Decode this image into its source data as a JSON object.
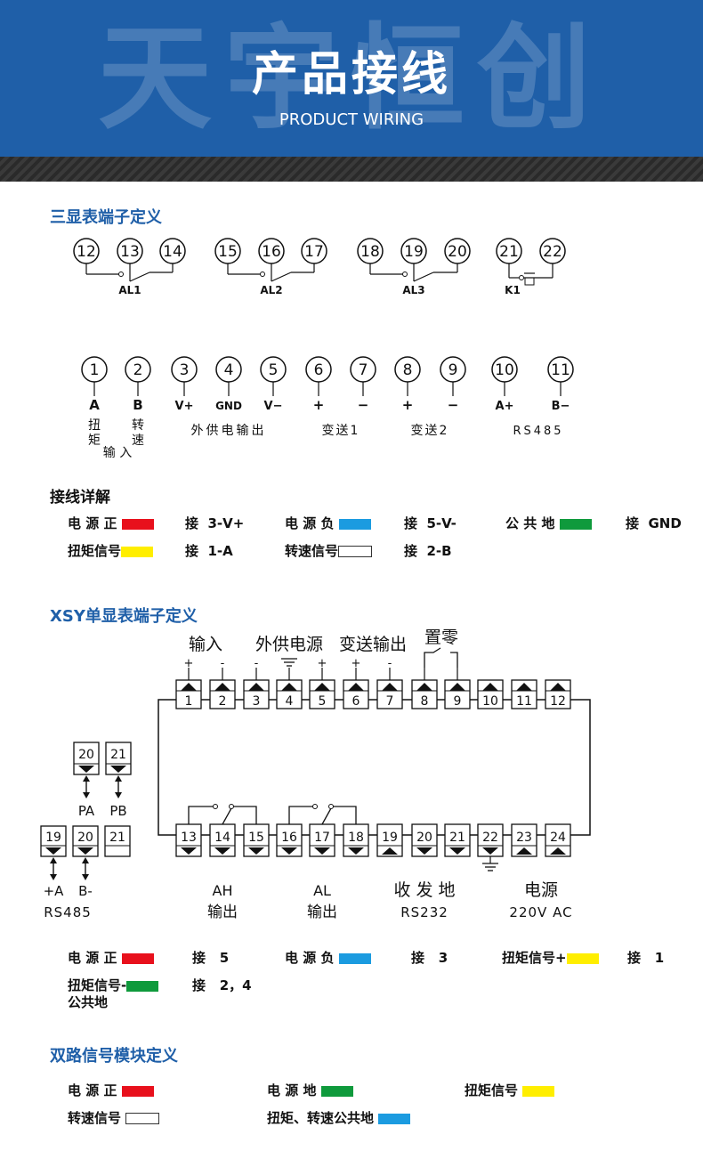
{
  "banner": {
    "bg_text": "天宇恒创",
    "title": "产品接线",
    "subtitle": "PRODUCT WIRING"
  },
  "section1": {
    "title": "三显表端子定义",
    "relays": [
      {
        "terms": [
          "12",
          "13",
          "14"
        ],
        "label": "AL1"
      },
      {
        "terms": [
          "15",
          "16",
          "17"
        ],
        "label": "AL2"
      },
      {
        "terms": [
          "18",
          "19",
          "20"
        ],
        "label": "AL3"
      },
      {
        "terms": [
          "21",
          "22"
        ],
        "label": "K1"
      }
    ],
    "terminals": [
      {
        "num": "1",
        "sig": "A"
      },
      {
        "num": "2",
        "sig": "B"
      },
      {
        "num": "3",
        "sig": "V+"
      },
      {
        "num": "4",
        "sig": "GND"
      },
      {
        "num": "5",
        "sig": "V−"
      },
      {
        "num": "6",
        "sig": "+"
      },
      {
        "num": "7",
        "sig": "−"
      },
      {
        "num": "8",
        "sig": "+"
      },
      {
        "num": "9",
        "sig": "−"
      },
      {
        "num": "10",
        "sig": "A+"
      },
      {
        "num": "11",
        "sig": "B−"
      }
    ],
    "groups": {
      "torque": "扭\n矩",
      "speed": "转\n速",
      "input": "输 入",
      "ext_power": "外供电输出",
      "trans1": "变送1",
      "trans2": "变送2",
      "rs485": "RS485"
    }
  },
  "wiring": {
    "title": "接线详解",
    "rows": [
      {
        "label": "电 源 正",
        "color": "#e8101c",
        "action": "接",
        "target": "3-V+"
      },
      {
        "label": "电 源 负",
        "color": "#1b9be0",
        "action": "接",
        "target": "5-V-"
      },
      {
        "label": "公 共 地",
        "color": "#0f9a3c",
        "action": "接",
        "target": "GND"
      },
      {
        "label": "扭矩信号",
        "color": "#ffee00",
        "action": "接",
        "target": "1-A"
      },
      {
        "label": "转速信号",
        "color": "#ffffff",
        "action": "接",
        "target": "2-B"
      }
    ]
  },
  "section2": {
    "title": "XSY单显表端子定义",
    "top_groups": {
      "input": "输入",
      "ext_power": "外供电源",
      "trans": "变送输出",
      "zero": "置零"
    },
    "top_signs": [
      "+",
      "-",
      "-",
      "+",
      "+",
      "-"
    ],
    "top_terms": [
      "1",
      "2",
      "3",
      "4",
      "5",
      "6",
      "7",
      "8",
      "9",
      "10",
      "11",
      "12"
    ],
    "bottom_terms": [
      "13",
      "14",
      "15",
      "16",
      "17",
      "18",
      "19",
      "20",
      "21",
      "22",
      "23",
      "24"
    ],
    "pa_terms": [
      "20",
      "21"
    ],
    "pa_labels": [
      "PA",
      "PB"
    ],
    "rs485_terms": [
      "19",
      "20",
      "21"
    ],
    "rs485_labels": [
      "+A",
      "B-"
    ],
    "rs485_name": "RS485",
    "bottom_labels": {
      "ah": "AH",
      "ah_out": "输出",
      "al": "AL",
      "al_out": "输出",
      "rsd": "收 发 地",
      "rs232": "RS232",
      "power": "电源",
      "ac": "220V AC"
    }
  },
  "wiring2": {
    "rows": [
      {
        "label": "电 源 正",
        "color": "#e8101c",
        "action": "接",
        "target": "5"
      },
      {
        "label": "电 源 负",
        "color": "#1b9be0",
        "action": "接",
        "target": "3"
      },
      {
        "label": "扭矩信号+",
        "color": "#ffee00",
        "action": "接",
        "target": "1"
      },
      {
        "label": "扭矩信号-",
        "label2": "公共地",
        "color": "#0f9a3c",
        "action": "接",
        "target": "2，4"
      }
    ]
  },
  "section3": {
    "title": "双路信号模块定义",
    "items": [
      {
        "label": "电 源 正",
        "color": "#e8101c"
      },
      {
        "label": "电 源 地",
        "color": "#0f9a3c"
      },
      {
        "label": "扭矩信号",
        "color": "#ffee00"
      },
      {
        "label": "转速信号",
        "color": "#ffffff"
      },
      {
        "label": "扭矩、转速公共地",
        "color": "#1b9be0"
      }
    ]
  }
}
